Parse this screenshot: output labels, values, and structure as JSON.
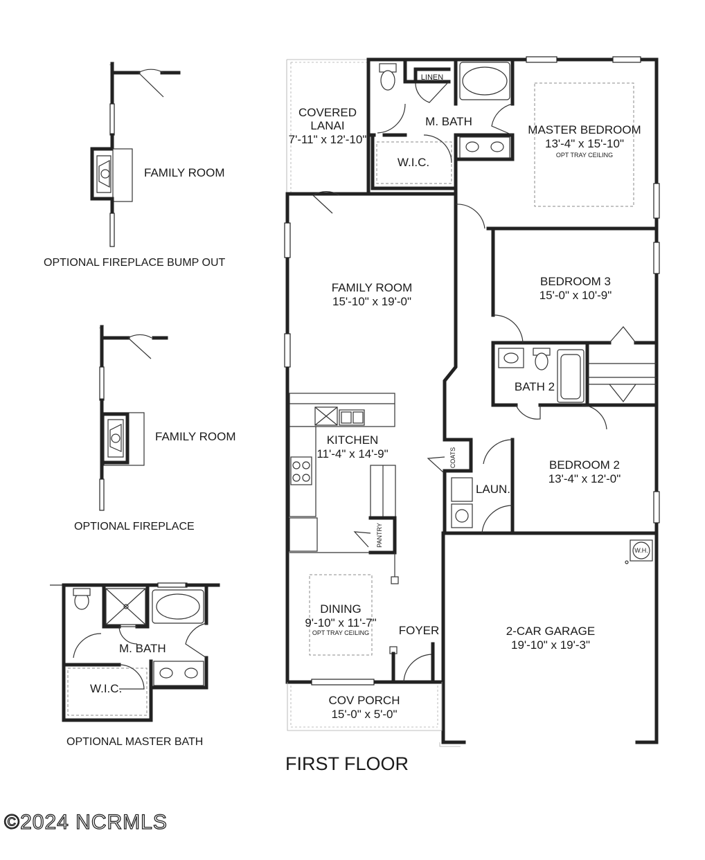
{
  "main_plan": {
    "title": "FIRST FLOOR",
    "rooms": {
      "covered_lanai": {
        "name_line1": "COVERED",
        "name_line2": "LANAI",
        "size": "7'-11\" x 12'-10\""
      },
      "master_bath": {
        "name": "M. BATH"
      },
      "linen": {
        "name": "LINEN"
      },
      "wic": {
        "name": "W.I.C."
      },
      "master_bedroom": {
        "name": "MASTER BEDROOM",
        "size": "13'-4\" x 15'-10\"",
        "note": "OPT TRAY CEILING"
      },
      "family_room": {
        "name": "FAMILY ROOM",
        "size": "15'-10\" x 19'-0\""
      },
      "bedroom3": {
        "name": "BEDROOM 3",
        "size": "15'-0\" x 10'-9\""
      },
      "bath2": {
        "name": "BATH 2"
      },
      "kitchen": {
        "name": "KITCHEN",
        "size": "11'-4\" x 14'-9\""
      },
      "coats": {
        "name": "COATS"
      },
      "laundry": {
        "name": "LAUN."
      },
      "pantry": {
        "name": "PANTRY"
      },
      "bedroom2": {
        "name": "BEDROOM 2",
        "size": "13'-4\" x 12'-0\""
      },
      "water_heater": {
        "name": "W.H."
      },
      "dining": {
        "name": "DINING",
        "size": "9'-10\" x 11'-7\"",
        "note": "OPT TRAY CEILING"
      },
      "foyer": {
        "name": "FOYER"
      },
      "garage": {
        "name": "2-CAR GARAGE",
        "size": "19'-10\" x 19'-3\""
      },
      "porch": {
        "name": "COV PORCH",
        "size": "15'-0\" x  5'-0\""
      }
    }
  },
  "options": {
    "fireplace_bump_out": {
      "room_label": "FAMILY ROOM",
      "caption": "OPTIONAL FIREPLACE BUMP OUT"
    },
    "fireplace": {
      "room_label": "FAMILY ROOM",
      "caption": "OPTIONAL FIREPLACE"
    },
    "master_bath": {
      "bath_label": "M. BATH",
      "wic_label": "W.I.C.",
      "caption": "OPTIONAL MASTER BATH"
    }
  },
  "watermark": "©2024 NCRMLS"
}
